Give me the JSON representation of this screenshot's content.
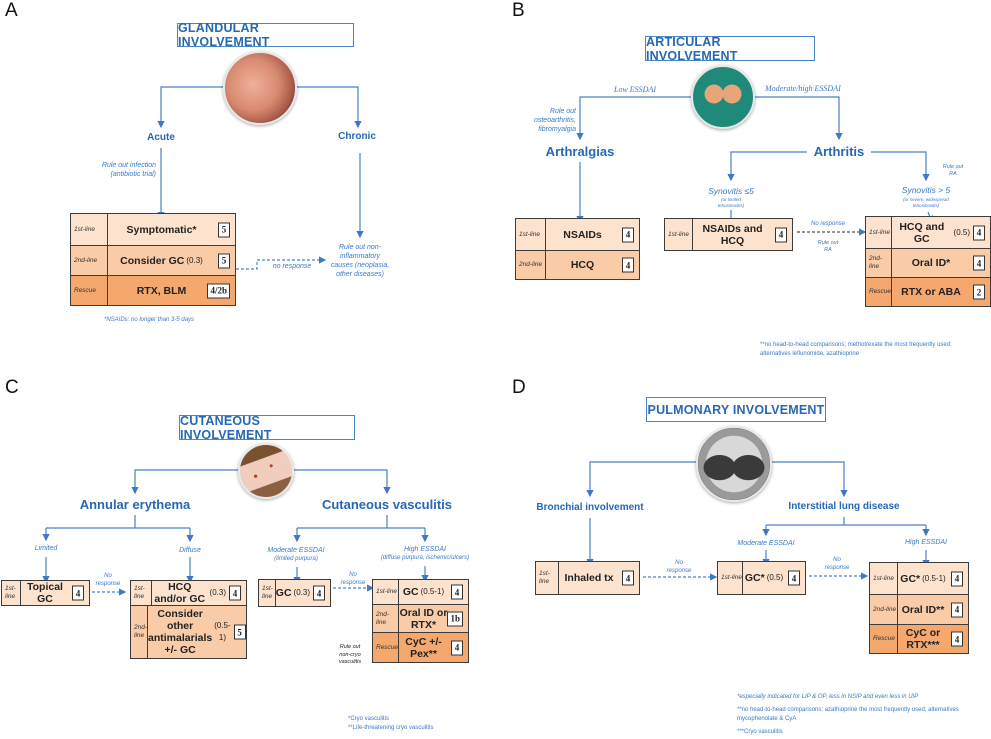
{
  "colors": {
    "accent_blue": "#2568b5",
    "first_line": "#fde3cd",
    "second_line": "#f9cba6",
    "rescue": "#f4a86d"
  },
  "panels": {
    "A": {
      "letter": "A",
      "title": "GLANDULAR INVOLVEMENT",
      "image": "swollen-parotid-photo",
      "acute": "Acute",
      "chronic": "Chronic",
      "rule_out_infection": [
        "Rule out infection",
        "(antibiotic trial)"
      ],
      "no_response": "no response",
      "rule_out_noninflammatory": [
        "Rule out non-",
        "inflammatory",
        "causes (neoplasia,",
        "other diseases)"
      ],
      "footnote": "*NSAIDs: no longer than 3-5 days"
    },
    "B": {
      "letter": "B",
      "title": "ARTICULAR INVOLVEMENT",
      "image": "hands-photo",
      "low_essdai": "Low ESSDAI",
      "mod_high_essdai": "Moderate/high ESSDAI",
      "rule_out_oa": [
        "Rule out",
        "osteoarthritis,",
        "fibromyalgia"
      ],
      "arthralgias": "Arthralgias",
      "arthritis": "Arthritis",
      "synovitis_low": "Synovitis ≤5",
      "synovitis_low_sub": [
        "(or limited",
        "tenosinovitis)"
      ],
      "synovitis_high": "Synovitis > 5",
      "synovitis_high_sub": [
        "(or severe, widespread",
        "tenosinovitis)"
      ],
      "rule_out_ra_top": [
        "Rule out",
        "RA"
      ],
      "no_response": "No response",
      "rule_out_ra": [
        "Rule out",
        "RA"
      ],
      "footnote": [
        "**no head-to-head comparisons; methotrexate the most frequently used;",
        "alternatives leflunomide, azathioprine"
      ]
    },
    "C": {
      "letter": "C",
      "title": "CUTANEOUS INVOLVEMENT",
      "image": "skin-purpura-photo",
      "annular": "Annular erythema",
      "vasculitis": "Cutaneous vasculitis",
      "limited": "Limited",
      "diffuse": "Diffuse",
      "moderate": "Moderate ESSDAI",
      "moderate_sub": "(limited purpura)",
      "high": "High ESSDAI",
      "high_sub": "(diffuse purpura, ischemic/ulcers)",
      "no_response_1": [
        "No",
        "response"
      ],
      "no_response_2": [
        "No",
        "response"
      ],
      "rule_out_noncryo": [
        "Rule out",
        "non-cryo",
        "vasculitis"
      ],
      "footnote": [
        "*Cryo vasculitis",
        "**Life-threatening cryo vasculitis"
      ]
    },
    "D": {
      "letter": "D",
      "title": "PULMONARY INVOLVEMENT",
      "image": "chest-ct-scan",
      "bronchial": "Bronchial involvement",
      "ild": "Interstitial lung disease",
      "moderate": "Moderate ESSDAI",
      "high": "High ESSDAI",
      "no_response_1": [
        "No",
        "response"
      ],
      "no_response_2": [
        "No",
        "response"
      ],
      "footnote": [
        "*especially indicated for LIP & OP, less in NSIP and even less in UIP",
        "**no head-to-head comparisons; azathioprine the most frequently used; alternatives",
        "mycophenolate & CyA",
        "***Cryo vasculitis"
      ]
    }
  },
  "tables": {
    "A1": [
      {
        "line": "1st-line",
        "tx": "Symptomatic*",
        "score": "5"
      },
      {
        "line": "2nd-line",
        "tx": "Consider GC",
        "dose": "(0.3)",
        "score": "5"
      },
      {
        "line": "Rescue",
        "tx": "RTX, BLM",
        "score": "4/2b"
      }
    ],
    "B1": [
      {
        "line": "1st-line",
        "tx": "NSAIDs",
        "score": "4"
      },
      {
        "line": "2nd-line",
        "tx": "HCQ",
        "score": "4"
      }
    ],
    "B2": [
      {
        "line": "1st-line",
        "tx": "NSAIDs and HCQ",
        "score": "4"
      }
    ],
    "B3": [
      {
        "line": "1st-line",
        "tx": "HCQ and GC",
        "dose": "(0.5)",
        "score": "4"
      },
      {
        "line": "2nd-line",
        "tx": "Oral ID*",
        "score": "4"
      },
      {
        "line": "Rescue",
        "tx": "RTX or ABA",
        "score": "2"
      }
    ],
    "C1": [
      {
        "line": "1st-line",
        "tx": "Topical GC",
        "score": "4"
      }
    ],
    "C2": [
      {
        "line": "1st-line",
        "tx": "HCQ and/or GC",
        "dose": "(0.3)",
        "score": "4"
      },
      {
        "line": "2nd-line",
        "tx": "Consider other antimalarials +/- GC",
        "dose": "(0.5-1)",
        "score": "5"
      }
    ],
    "C3": [
      {
        "line": "1st-line",
        "tx": "GC",
        "dose": "(0.3)",
        "score": "4"
      }
    ],
    "C4": [
      {
        "line": "1st-line",
        "tx": "GC",
        "dose": "(0.5-1)",
        "score": "4"
      },
      {
        "line": "2nd-line",
        "tx": "Oral ID or RTX*",
        "score": "1b"
      },
      {
        "line": "Rescue",
        "tx": "CyC +/- Pex**",
        "score": "4"
      }
    ],
    "D1": [
      {
        "line": "1st-line",
        "tx": "Inhaled tx",
        "score": "4"
      }
    ],
    "D2": [
      {
        "line": "1st-line",
        "tx": "GC*",
        "dose": "(0.5)",
        "score": "4"
      }
    ],
    "D3": [
      {
        "line": "1st-line",
        "tx": "GC*",
        "dose": "(0.5-1)",
        "score": "4"
      },
      {
        "line": "2nd-line",
        "tx": "Oral ID**",
        "score": "4"
      },
      {
        "line": "Rescue",
        "tx": "CyC or RTX***",
        "score": "4"
      }
    ]
  }
}
